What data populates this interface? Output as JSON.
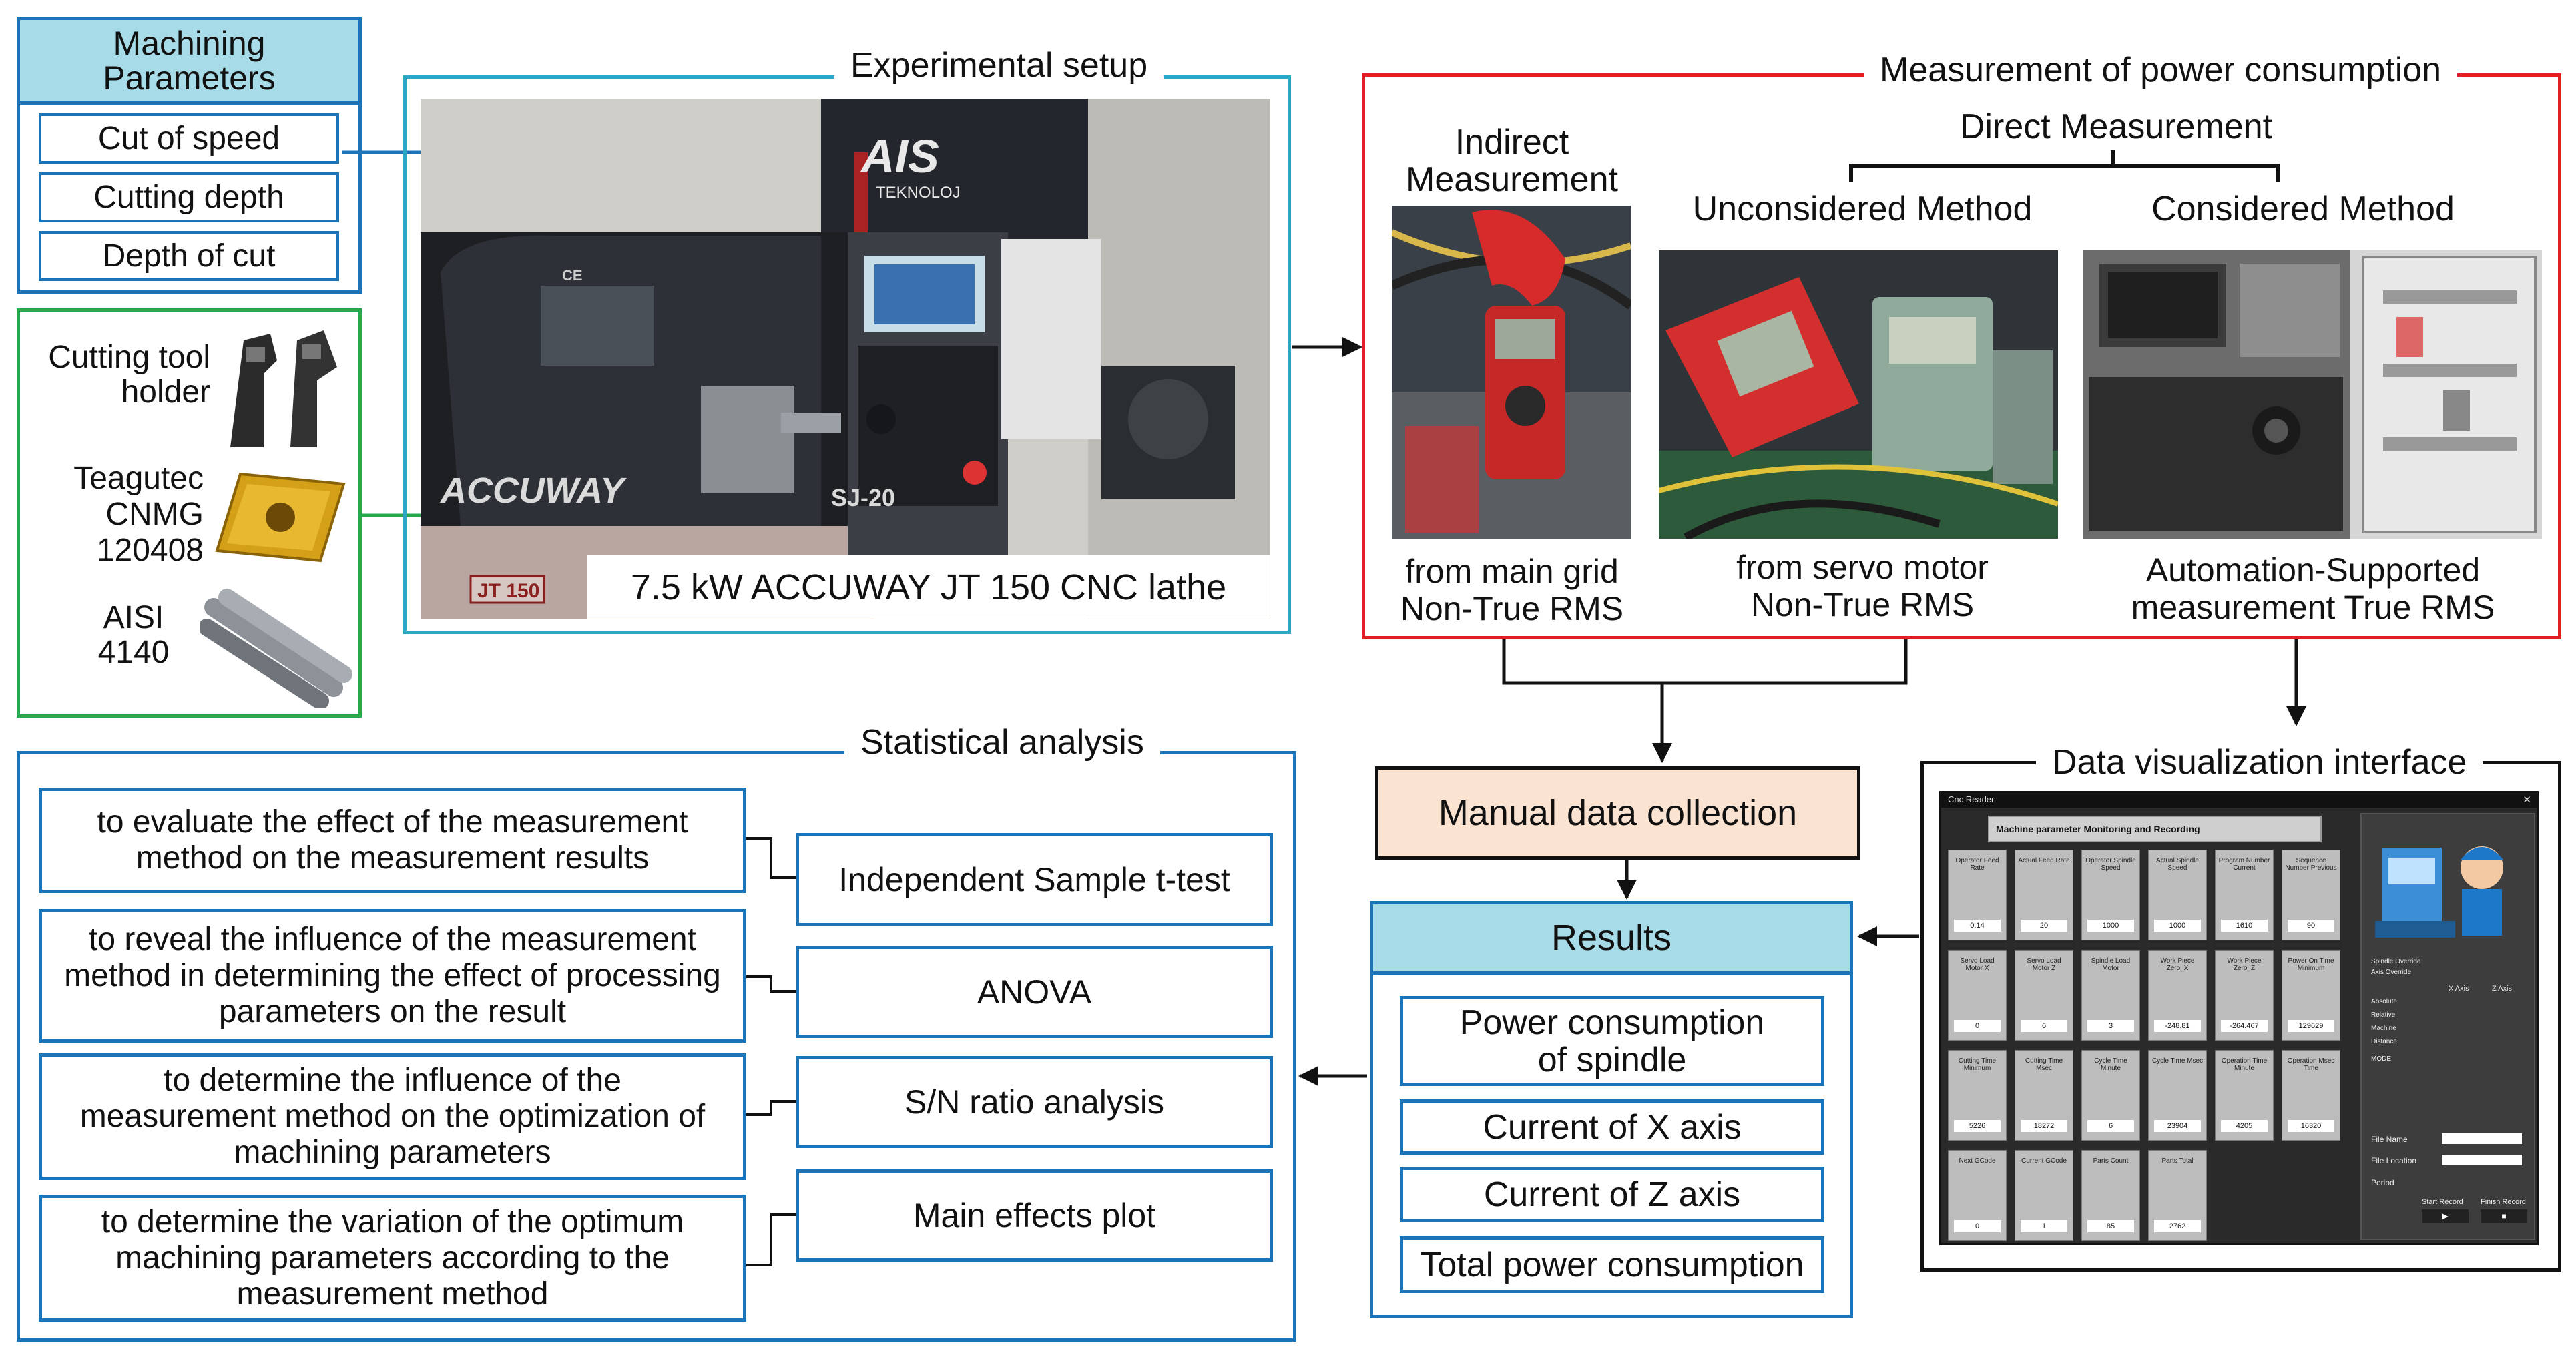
{
  "machining_parameters": {
    "title": "Machining Parameters",
    "items": [
      "Cut of speed",
      "Cutting depth",
      "Depth of cut"
    ]
  },
  "materials": [
    {
      "label": "Cutting tool holder"
    },
    {
      "label": "Teagutec CNMG 120408"
    },
    {
      "label": "AISI 4140"
    }
  ],
  "experimental_setup": {
    "title": "Experimental setup",
    "caption": "7.5 kW ACCUWAY JT 150 CNC lathe",
    "machine_brand": "ACCUWAY",
    "machine_model": "SJ-20",
    "machine_plate": "JT 150",
    "machine_mark": "CE",
    "poster_brand": "AIS",
    "poster_sub": "TEKNOLOJ"
  },
  "power_measurement": {
    "title": "Measurement of power consumption",
    "indirect_label": "Indirect Measurement",
    "direct_label": "Direct Measurement",
    "unconsidered_label": "Unconsidered Method",
    "considered_label": "Considered Method",
    "indirect_caption": "from main grid Non-True RMS",
    "unconsidered_caption": "from servo motor Non-True RMS",
    "considered_caption": "Automation-Supported measurement True RMS"
  },
  "manual_data_collection": "Manual data collection",
  "results": {
    "title": "Results",
    "items": [
      "Power consumption of spindle",
      "Current of X axis",
      "Current of Z axis",
      "Total power consumption"
    ]
  },
  "data_visualization": {
    "title": "Data visualization interface",
    "window_title": "Cnc Reader",
    "header": "Machine parameter Monitoring and Recording",
    "tiles": [
      {
        "label": "Operator Feed Rate",
        "value": "0.14"
      },
      {
        "label": "Actual Feed Rate",
        "value": "20"
      },
      {
        "label": "Operator Spindle Speed",
        "value": "1000"
      },
      {
        "label": "Actual Spindle Speed",
        "value": "1000"
      },
      {
        "label": "Program Number Current",
        "value": "1610"
      },
      {
        "label": "Sequence Number Previous",
        "value": "90"
      },
      {
        "label": "Servo Load Motor X",
        "value": "0"
      },
      {
        "label": "Servo Load Motor Z",
        "value": "6"
      },
      {
        "label": "Spindle Load Motor",
        "value": "3"
      },
      {
        "label": "Work Piece Zero_X",
        "value": "-248.81"
      },
      {
        "label": "Work Piece Zero_Z",
        "value": "-264.467"
      },
      {
        "label": "Power On Time Minimum",
        "value": "129629"
      },
      {
        "label": "Cutting Time Minimum",
        "value": "5226"
      },
      {
        "label": "Cutting Time Msec",
        "value": "18272"
      },
      {
        "label": "Cycle Time Minute",
        "value": "6"
      },
      {
        "label": "Cycle Time Msec",
        "value": "23904"
      },
      {
        "label": "Operation Time Minute",
        "value": "4205"
      },
      {
        "label": "Operation Msec Time",
        "value": "16320"
      },
      {
        "label": "Next GCode",
        "value": "0"
      },
      {
        "label": "Current GCode",
        "value": "1"
      },
      {
        "label": "Parts Count",
        "value": "85"
      },
      {
        "label": "Parts Total",
        "value": "2762"
      }
    ],
    "side_labels": [
      "Spindle Override",
      "Axis Override",
      "Absolute",
      "Relative",
      "Machine",
      "Distance",
      "MODE"
    ],
    "x_axis_label": "X Axis",
    "z_axis_label": "Z Axis",
    "file_name_label": "File Name",
    "file_location_label": "File Location",
    "period_label": "Period",
    "start_label": "Start Record",
    "finish_label": "Finish Record"
  },
  "statistical_analysis": {
    "title": "Statistical analysis",
    "rows": [
      {
        "purpose": "to evaluate the effect of the measurement method on the measurement results",
        "method": "Independent Sample t-test"
      },
      {
        "purpose": "to reveal the influence of the measurement method in determining the effect of processing parameters on the result",
        "method": "ANOVA"
      },
      {
        "purpose": "to determine the influence of the measurement method on the optimization of machining parameters",
        "method": "S/N ratio analysis"
      },
      {
        "purpose": "to determine the variation of the optimum machining parameters according to the measurement method",
        "method": "Main effects plot"
      }
    ]
  },
  "colors": {
    "blue": "#1b73b8",
    "light_blue": "#a8dbe8",
    "teal": "#2aa8c4",
    "green": "#27a84a",
    "red": "#e01e24",
    "peach": "#fbe3d2",
    "black": "#111111"
  }
}
